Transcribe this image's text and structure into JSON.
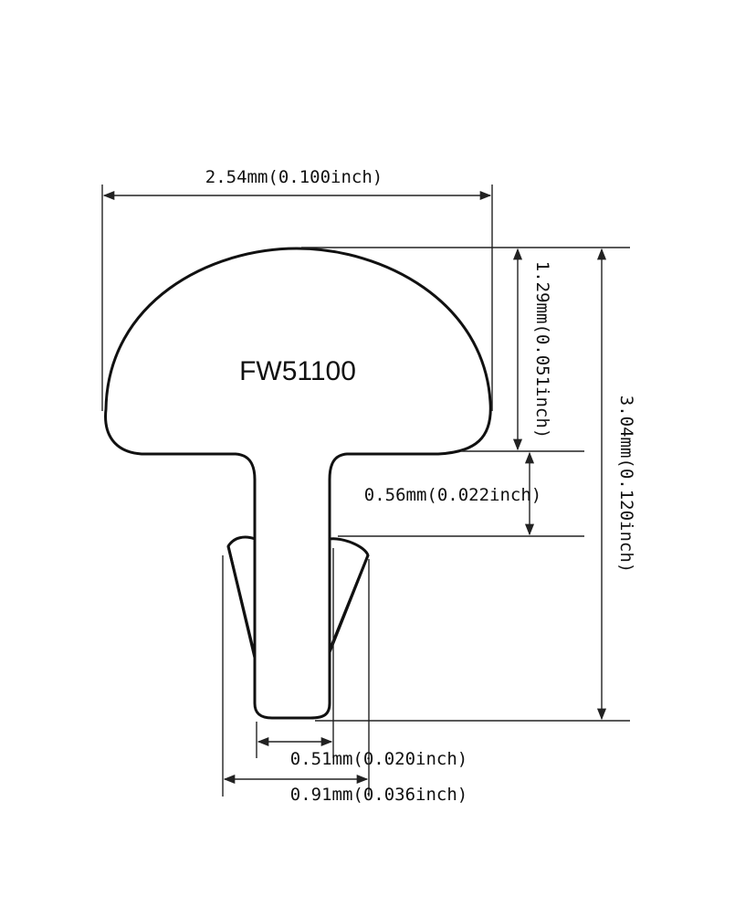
{
  "model_label": "FW51100",
  "dimensions": {
    "crown_width": "2.54mm(0.100inch)",
    "crown_height": "1.29mm(0.051inch)",
    "total_height": "3.04mm(0.120inch)",
    "shoulder_gap": "0.56mm(0.022inch)",
    "tang_width": "0.51mm(0.020inch)",
    "barb_width": "0.91mm(0.036inch)"
  },
  "colors": {
    "line": "#111111",
    "background": "#ffffff"
  }
}
